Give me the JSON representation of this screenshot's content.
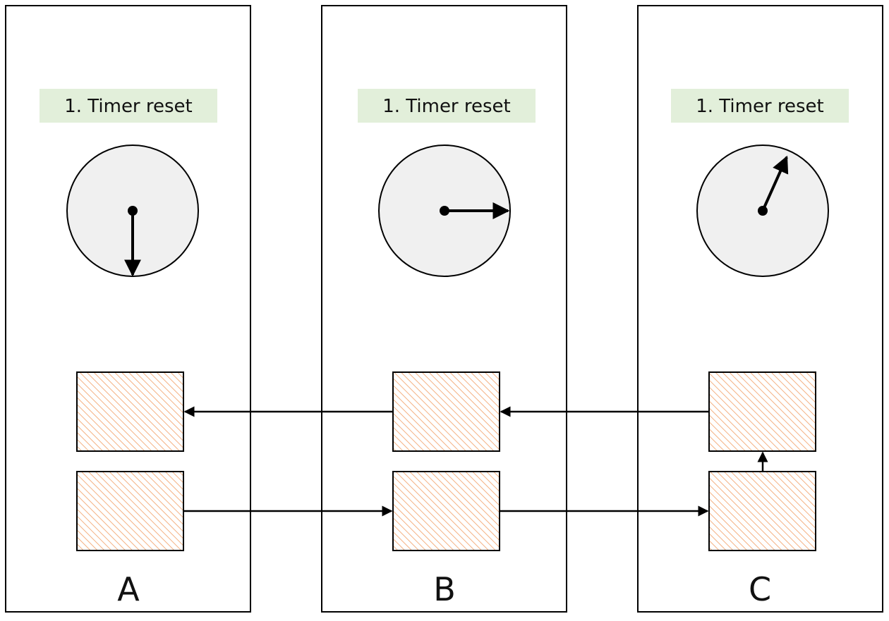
{
  "panels": [
    {
      "id": "A",
      "name": "A",
      "banner": "1. Timer reset",
      "clock_hand": "down"
    },
    {
      "id": "B",
      "name": "B",
      "banner": "1. Timer reset",
      "clock_hand": "right"
    },
    {
      "id": "C",
      "name": "C",
      "banner": "1. Timer reset",
      "clock_hand": "up-right"
    }
  ],
  "colors": {
    "banner_fill": "#e2efda",
    "clock_fill": "#f0f0f0",
    "hatch": "#f4b183",
    "stroke": "#000000"
  }
}
